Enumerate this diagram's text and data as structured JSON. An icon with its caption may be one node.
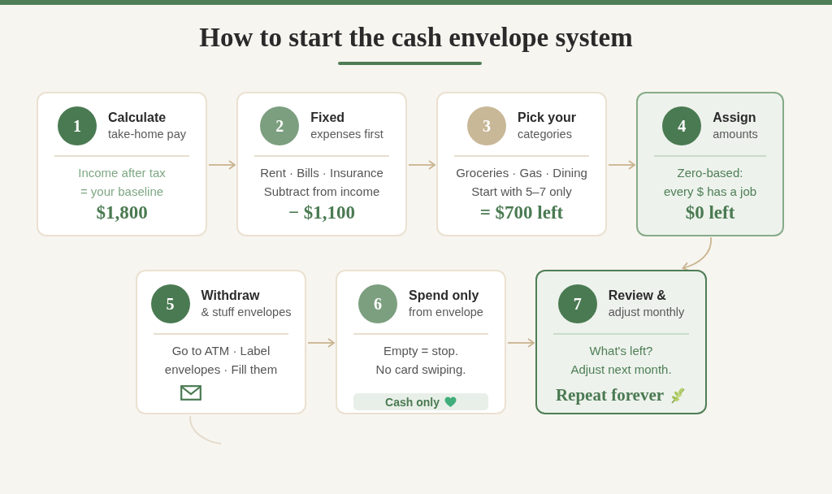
{
  "diagram": {
    "title": "How to start the cash envelope system",
    "nodes": [
      {
        "text": [
          "1",
          "Calculate",
          "take-home pay",
          "Income after tax = your baseline",
          "$1,800"
        ]
      },
      {
        "text": [
          "2",
          "Fixed",
          "expenses first",
          "Rent · Bills · Insurance Subtract from income",
          "− $1,100"
        ]
      },
      {
        "text": [
          "3",
          "Pick your",
          "categories",
          "Groceries · Gas · Dining Start with 5–7 only",
          "= $700 left"
        ]
      },
      {
        "text": [
          "4",
          "Assign",
          "amounts",
          "Zero-based: every $ has a job",
          "$0 left"
        ]
      },
      {
        "text": [
          "5",
          "Withdraw",
          "& stuff envelopes",
          "Go to ATM · Label envelopes · Fill them"
        ]
      },
      {
        "text": [
          "6",
          "Spend only",
          "from envelope",
          "Empty = stop. No card swiping.",
          "Cash only"
        ]
      },
      {
        "text": [
          "7",
          "Review &",
          "adjust monthly",
          "What's left? Adjust next month.",
          "Repeat forever"
        ]
      }
    ],
    "edges": [
      {
        "from": 0,
        "to": 1,
        "arrow": "to"
      },
      {
        "from": 1,
        "to": 2,
        "arrow": "to"
      },
      {
        "from": 2,
        "to": 3,
        "arrow": "to"
      },
      {
        "from": 3,
        "to": 6,
        "arrow": "to"
      },
      {
        "from": 4,
        "to": 5,
        "arrow": "to"
      },
      {
        "from": 5,
        "to": 6,
        "arrow": "to"
      },
      {
        "from": 4,
        "to": null,
        "arrow": "none",
        "color": "#e3d9c8"
      }
    ]
  }
}
